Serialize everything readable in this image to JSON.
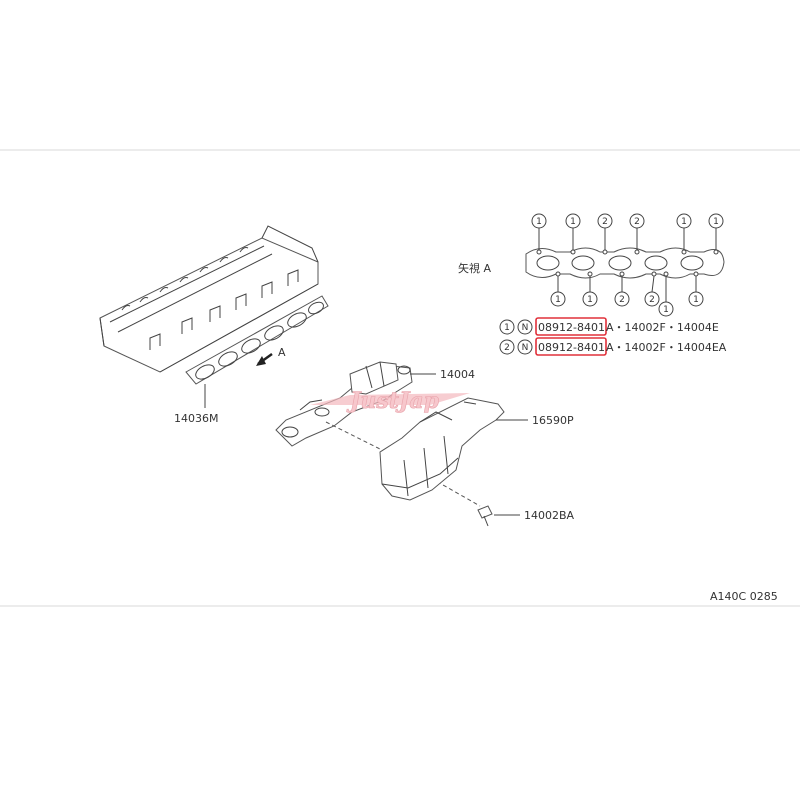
{
  "callouts": {
    "head_gasket_label": "14036M",
    "view_arrow_letter": "A",
    "manifold_label": "14004",
    "heat_shield_label": "16590P",
    "bolt_label": "14002BA",
    "figure_code": "A140C 0285"
  },
  "view_a": {
    "title": "矢視 A",
    "top_markers": [
      "1",
      "1",
      "2",
      "2",
      "1",
      "1"
    ],
    "bottom_markers": [
      "1",
      "1",
      "2",
      "2",
      "1",
      "1"
    ]
  },
  "legend": {
    "rows": [
      {
        "marker": "1",
        "nut_symbol": "N",
        "part_number": "08912-8401",
        "suffix": "A・14002F・14004E"
      },
      {
        "marker": "2",
        "nut_symbol": "N",
        "part_number": "08912-8401",
        "suffix": "A・14002F・14004EA"
      }
    ],
    "highlight_color": "#e0303a"
  },
  "watermark": {
    "text": "JustJap"
  }
}
